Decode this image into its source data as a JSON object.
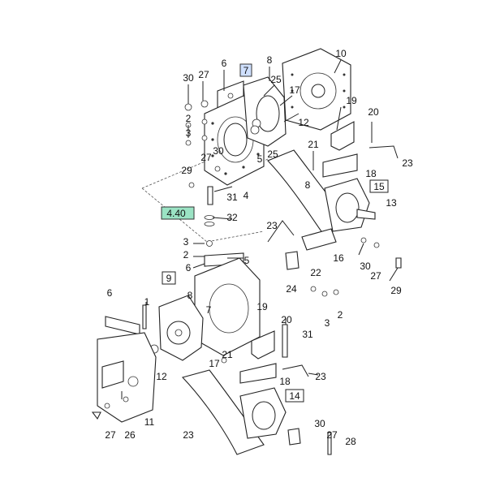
{
  "boxed_refs": {
    "ref_7": "7",
    "ref_440": "4.40",
    "ref_15": "15",
    "ref_9": "9",
    "ref_14": "14"
  },
  "callouts": [
    {
      "id": "c6a",
      "text": "6"
    },
    {
      "id": "c30a",
      "text": "30"
    },
    {
      "id": "c27a",
      "text": "27"
    },
    {
      "id": "c8a",
      "text": "8"
    },
    {
      "id": "c10a",
      "text": "10"
    },
    {
      "id": "c25a",
      "text": "25"
    },
    {
      "id": "c17a",
      "text": "17"
    },
    {
      "id": "c19a",
      "text": "19"
    },
    {
      "id": "c12a",
      "text": "12"
    },
    {
      "id": "c2a",
      "text": "2"
    },
    {
      "id": "c3a",
      "text": "3"
    },
    {
      "id": "c25b",
      "text": "25"
    },
    {
      "id": "c20a",
      "text": "20"
    },
    {
      "id": "c27b",
      "text": "27"
    },
    {
      "id": "c30b",
      "text": "30"
    },
    {
      "id": "c21a",
      "text": "21"
    },
    {
      "id": "c29a",
      "text": "29"
    },
    {
      "id": "c5a",
      "text": "5"
    },
    {
      "id": "c18a",
      "text": "18"
    },
    {
      "id": "c23a",
      "text": "23"
    },
    {
      "id": "c8b",
      "text": "8"
    },
    {
      "id": "c31a",
      "text": "31"
    },
    {
      "id": "c4a",
      "text": "4"
    },
    {
      "id": "c13a",
      "text": "13"
    },
    {
      "id": "c32a",
      "text": "32"
    },
    {
      "id": "c23b",
      "text": "23"
    },
    {
      "id": "c3b",
      "text": "3"
    },
    {
      "id": "c2b",
      "text": "2"
    },
    {
      "id": "c5b",
      "text": "5"
    },
    {
      "id": "c6b",
      "text": "6"
    },
    {
      "id": "c16a",
      "text": "16"
    },
    {
      "id": "c30c",
      "text": "30"
    },
    {
      "id": "c27c",
      "text": "27"
    },
    {
      "id": "c22a",
      "text": "22"
    },
    {
      "id": "c29b",
      "text": "29"
    },
    {
      "id": "c24a",
      "text": "24"
    },
    {
      "id": "c8c",
      "text": "8"
    },
    {
      "id": "c6c",
      "text": "6"
    },
    {
      "id": "c1a",
      "text": "1"
    },
    {
      "id": "c7a",
      "text": "7"
    },
    {
      "id": "c2c",
      "text": "2"
    },
    {
      "id": "c31b",
      "text": "31"
    },
    {
      "id": "c3c",
      "text": "3"
    },
    {
      "id": "c19b",
      "text": "19"
    },
    {
      "id": "c20b",
      "text": "20"
    },
    {
      "id": "c12b",
      "text": "12"
    },
    {
      "id": "c21b",
      "text": "21"
    },
    {
      "id": "c17b",
      "text": "17"
    },
    {
      "id": "c18b",
      "text": "18"
    },
    {
      "id": "c23c",
      "text": "23"
    },
    {
      "id": "c27d",
      "text": "27"
    },
    {
      "id": "c26a",
      "text": "26"
    },
    {
      "id": "c11a",
      "text": "11"
    },
    {
      "id": "c23d",
      "text": "23"
    },
    {
      "id": "c30d",
      "text": "30"
    },
    {
      "id": "c27e",
      "text": "27"
    },
    {
      "id": "c28a",
      "text": "28"
    }
  ]
}
